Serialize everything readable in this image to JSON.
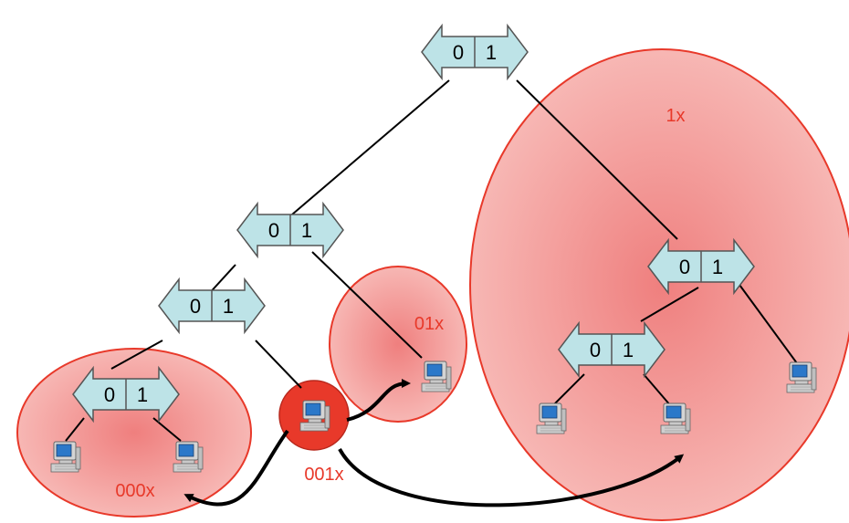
{
  "regions": [
    {
      "id": "zone-1x",
      "label": "1x"
    },
    {
      "id": "zone-01x",
      "label": "01x"
    },
    {
      "id": "zone-000x",
      "label": "000x"
    },
    {
      "id": "self-001x",
      "label": "001x"
    }
  ],
  "switch_bits": {
    "left": "0",
    "right": "1"
  },
  "colors": {
    "zone_fill": "#f7b7b4",
    "zone_core": "#ef7f7e",
    "zone_stroke": "#e8392a",
    "self_fill": "#e8392a",
    "switch_fill": "#bde3e7",
    "label": "#e8392a",
    "edges": "#000000"
  },
  "icons": [
    "computer-icon",
    "double-arrow-switch-icon"
  ]
}
